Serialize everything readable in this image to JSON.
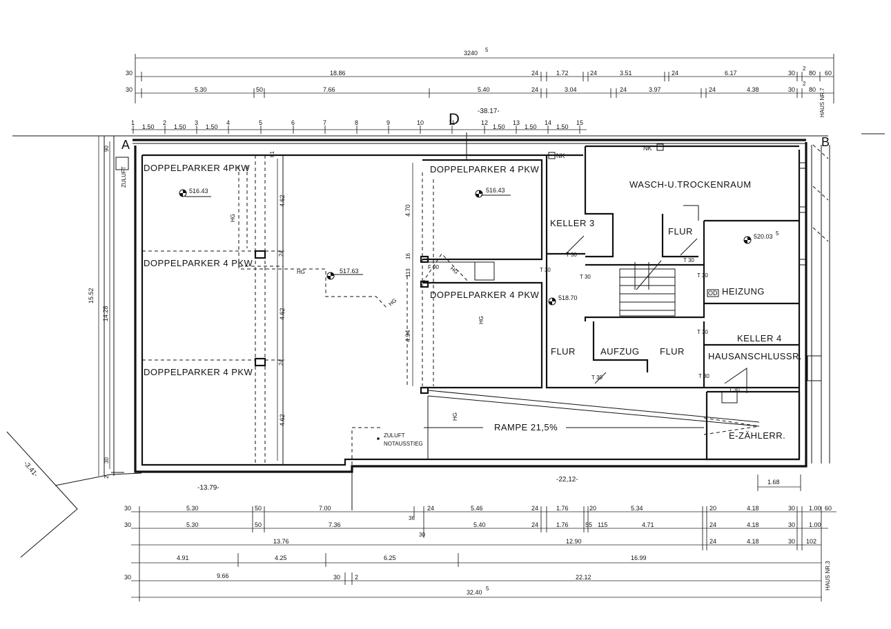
{
  "rooms": {
    "doppelparker_1": "DOPPELPARKER 4PKW",
    "doppelparker_2": "DOPPELPARKER  4 PKW",
    "doppelparker_3": "DOPPELPARKER  4 PKW",
    "doppelparker_4": "DOPPELPARKER  4 PKW",
    "doppelparker_5": "DOPPELPARKER  4 PKW",
    "wasch": "WASCH-U.TROCKENRAUM",
    "keller3": "KELLER 3",
    "keller4": "KELLER 4",
    "flur1": "FLUR",
    "flur2": "FLUR",
    "flur3": "FLUR",
    "heizung": "HEIZUNG",
    "aufzug": "AUFZUG",
    "hausanschluss": "HAUSANSCHLUSSR.",
    "zaehler": "E-ZÄHLERR.",
    "rampe": "RAMPE 21,5%"
  },
  "levels": {
    "l1": "516.43",
    "l2": "516.43",
    "l3": "517.63",
    "l4": "518.70",
    "l5": "520.03",
    "l5_sup": "5"
  },
  "marks": {
    "zuluft": "ZULUFT",
    "zuluft2": "ZULUFT",
    "notausstieg": "NOTAUSSTIEG",
    "nk": "NK",
    "nk2": "NK",
    "hg": "HG",
    "f90": "F 90",
    "t30": "T 30",
    "od": "OD",
    "a": "A",
    "b": "B",
    "d": "D",
    "haus7": "HAUS NR.7",
    "haus3": "HAUS NR.3",
    "level_left": "-3.41-",
    "level_top": "-38.17-",
    "level_b1": "-13.79-",
    "level_b2": "-22,12-"
  },
  "dims_top": {
    "total": "3240",
    "total_sup": "5",
    "r1": [
      "30",
      "18.86",
      "24",
      "1.72",
      "24",
      "3.51",
      "24",
      "6.17",
      "30",
      "2",
      "80",
      "60"
    ],
    "r2": [
      "30",
      "5.30",
      "50",
      "7.66",
      "5.40",
      "24",
      "3.04",
      "24",
      "3.97",
      "24",
      "4.38",
      "30",
      "2",
      "80"
    ],
    "scale": [
      "1",
      "2",
      "3",
      "4",
      "5",
      "6",
      "7",
      "8",
      "9",
      "10",
      "11",
      "12",
      "13",
      "14",
      "15"
    ],
    "scale_step": "1.50"
  },
  "dims_side": {
    "outer": "15.52",
    "inner": "14.28",
    "s90": "90",
    "s30": "30",
    "s2": "2",
    "p1": "4.62",
    "p2": "4.62",
    "p3": "4.62",
    "p24a": "24",
    "p24b": "24",
    "c1": "4.70",
    "c2": "4.94",
    "c16": "16",
    "c113": "113",
    "c61": "61"
  },
  "dims_bottom": {
    "r1": [
      "30",
      "5.30",
      "50",
      "7.00",
      "36",
      "24",
      "5.46",
      "24",
      "1.76",
      "20",
      "5.34",
      "20",
      "4.18",
      "30",
      "1.00",
      "60"
    ],
    "r2": [
      "30",
      "5.30",
      "50",
      "7.36",
      "30",
      "5.40",
      "24",
      "1.76",
      "55",
      "115",
      "4.71",
      "24",
      "4.18",
      "30",
      "1.00"
    ],
    "r3": [
      "13.76",
      "12.90",
      "24",
      "4.18",
      "30",
      "102"
    ],
    "r4": [
      "4.91",
      "4.25",
      "6.25",
      "16.99"
    ],
    "r5": [
      "30",
      "9.66",
      "30",
      "2",
      "22.12"
    ],
    "total": "32.40",
    "total_sup": "5",
    "d168": "1.68"
  }
}
